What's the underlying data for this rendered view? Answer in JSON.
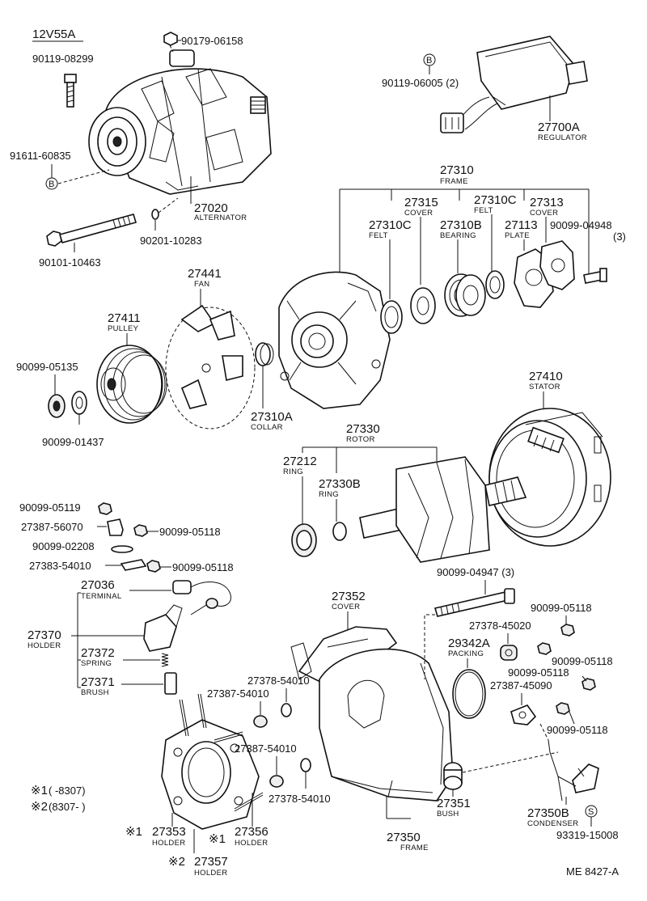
{
  "model": "12V55A",
  "footer_code": "ME  8427-A",
  "legend": {
    "note1_mark": "※1",
    "note1_text": "(      -8307)",
    "note2_mark": "※2",
    "note2_text": "(8307-       )"
  },
  "labels": {
    "p90179_06158": {
      "num": "90179-06158",
      "name": ""
    },
    "p90119_08299": {
      "num": "90119-08299",
      "name": ""
    },
    "p91611_60835": {
      "num": "91611-60835",
      "name": ""
    },
    "p27020": {
      "num": "27020",
      "name": "ALTERNATOR"
    },
    "p90201_10283": {
      "num": "90201-10283",
      "name": ""
    },
    "p90101_10463": {
      "num": "90101-10463",
      "name": ""
    },
    "p90119_06005": {
      "num": "90119-06005 (2)",
      "name": ""
    },
    "p27700A": {
      "num": "27700A",
      "name": "REGULATOR"
    },
    "p27310": {
      "num": "27310",
      "name": "FRAME"
    },
    "p27315": {
      "num": "27315",
      "name": "COVER"
    },
    "p27310C_a": {
      "num": "27310C",
      "name": "FELT"
    },
    "p27313": {
      "num": "27313",
      "name": "COVER"
    },
    "p27310C_b": {
      "num": "27310C",
      "name": "FELT"
    },
    "p27310B": {
      "num": "27310B",
      "name": "BEARING"
    },
    "p27113": {
      "num": "27113",
      "name": "PLATE"
    },
    "p90099_04948": {
      "num": "90099-04948",
      "name": "(3)"
    },
    "p27441": {
      "num": "27441",
      "name": "FAN"
    },
    "p27411": {
      "num": "27411",
      "name": "PULLEY"
    },
    "p90099_05135": {
      "num": "90099-05135",
      "name": ""
    },
    "p90099_01437": {
      "num": "90099-01437",
      "name": ""
    },
    "p27310A": {
      "num": "27310A",
      "name": "COLLAR"
    },
    "p27410": {
      "num": "27410",
      "name": "STATOR"
    },
    "p27330": {
      "num": "27330",
      "name": "ROTOR"
    },
    "p27212": {
      "num": "27212",
      "name": "RING"
    },
    "p27330B": {
      "num": "27330B",
      "name": "RING"
    },
    "p90099_05119": {
      "num": "90099-05119",
      "name": ""
    },
    "p27387_56070": {
      "num": "27387-56070",
      "name": ""
    },
    "p90099_05118_a": {
      "num": "90099-05118",
      "name": ""
    },
    "p90099_02208": {
      "num": "90099-02208",
      "name": ""
    },
    "p27383_54010": {
      "num": "27383-54010",
      "name": ""
    },
    "p90099_05118_b": {
      "num": "90099-05118",
      "name": ""
    },
    "p27036": {
      "num": "27036",
      "name": "TERMINAL"
    },
    "p27370": {
      "num": "27370",
      "name": "HOLDER"
    },
    "p27372": {
      "num": "27372",
      "name": "SPRING"
    },
    "p27371": {
      "num": "27371",
      "name": "BRUSH"
    },
    "p90099_04947": {
      "num": "90099-04947 (3)",
      "name": ""
    },
    "p27352": {
      "num": "27352",
      "name": "COVER"
    },
    "p90099_05118_c": {
      "num": "90099-05118",
      "name": ""
    },
    "p27378_45020": {
      "num": "27378-45020",
      "name": ""
    },
    "p29342A": {
      "num": "29342A",
      "name": "PACKING"
    },
    "p90099_05118_d": {
      "num": "90099-05118",
      "name": ""
    },
    "p90099_05118_e": {
      "num": "90099-05118",
      "name": ""
    },
    "p27387_45090": {
      "num": "27387-45090",
      "name": ""
    },
    "p90099_05118_f": {
      "num": "90099-05118",
      "name": ""
    },
    "p27378_54010_a": {
      "num": "27378-54010",
      "name": ""
    },
    "p27387_54010_a": {
      "num": "27387-54010",
      "name": ""
    },
    "p27387_54010_b": {
      "num": "27387-54010",
      "name": ""
    },
    "p27378_54010_b": {
      "num": "27378-54010",
      "name": ""
    },
    "p27351": {
      "num": "27351",
      "name": "BUSH"
    },
    "p27350B": {
      "num": "27350B",
      "name": "CONDENSER"
    },
    "p93319_15008": {
      "num": "93319-15008",
      "name": ""
    },
    "p27350": {
      "num": "27350",
      "name": "FRAME"
    },
    "p27353": {
      "num": "27353",
      "name": "HOLDER"
    },
    "p27356": {
      "num": "27356",
      "name": "HOLDER"
    },
    "p27357": {
      "num": "27357",
      "name": "HOLDER"
    }
  },
  "notes": {
    "n27353": "※1",
    "n27356": "※1",
    "n27357": "※2"
  },
  "circle_marks": {
    "b_top": "B",
    "b_left": "B",
    "s_mark": "S"
  }
}
